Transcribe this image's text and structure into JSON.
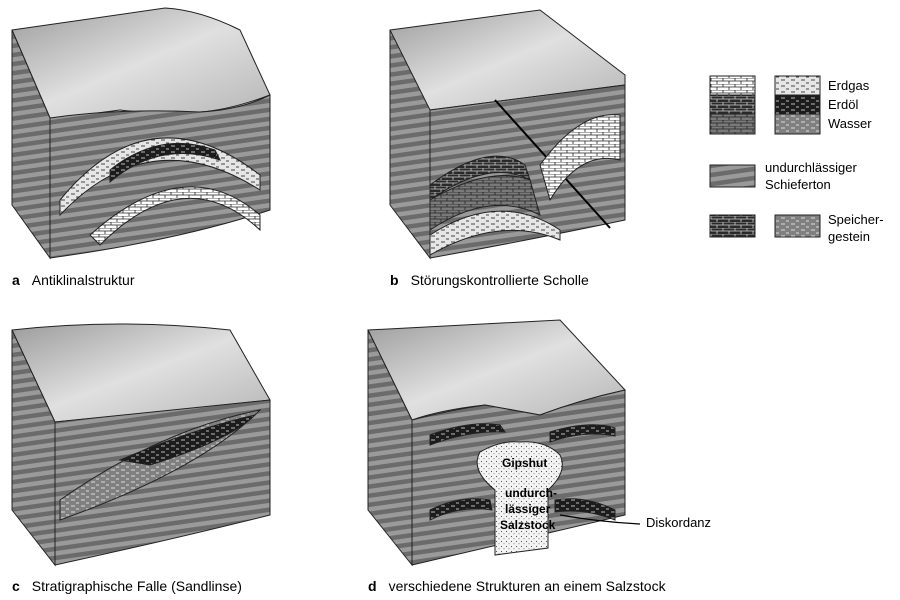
{
  "panels": [
    {
      "letter": "a",
      "title": "Antiklinalstruktur"
    },
    {
      "letter": "b",
      "title": "Störungskontrollierte Scholle"
    },
    {
      "letter": "c",
      "title": "Stratigraphische Falle (Sandlinse)"
    },
    {
      "letter": "d",
      "title": "verschiedene Strukturen an einem Salzstock"
    }
  ],
  "legend": {
    "gas": "Erdgas",
    "oil": "Erdöl",
    "water": "Wasser",
    "shale_line1": "undurchlässiger",
    "shale_line2": "Schieferton",
    "reservoir_line1": "Speicher-",
    "reservoir_line2": "gestein"
  },
  "salt_dome": {
    "cap": "Gipshut",
    "body_line1": "undurch-",
    "body_line2": "lässiger",
    "body_line3": "Salzstock",
    "unconformity": "Diskordanz"
  },
  "colors": {
    "surface": "#cfcfcf",
    "shale_dark": "#6e6e6e",
    "shale_light": "#9a9a9a",
    "oil": "#1a1a1a",
    "water": "#7a7a7a",
    "gas": "#d8d8d8"
  }
}
